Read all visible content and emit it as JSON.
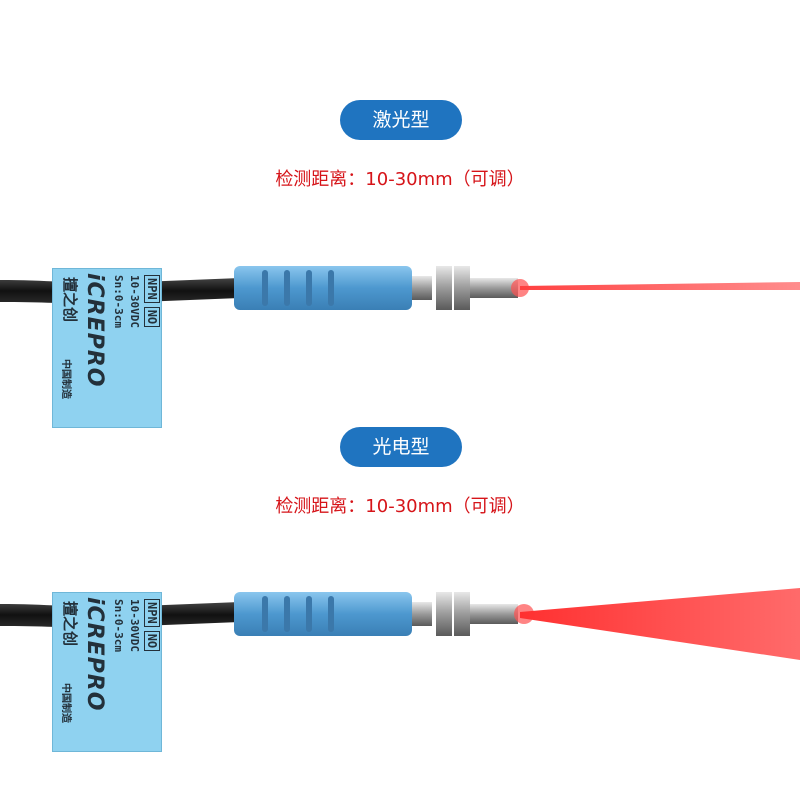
{
  "sections": [
    {
      "badge": "激光型",
      "spec": "检测距离：10-30mm（可调）",
      "beam": "laser"
    },
    {
      "badge": "光电型",
      "spec": "检测距离：10-30mm（可调）",
      "beam": "diffuse"
    }
  ],
  "label": {
    "type": "NPN",
    "mode": "NO",
    "voltage": "10-30VDC",
    "range": "Sn:0-3cm",
    "brand": "iCREPRO",
    "brand_cn": "擅之创",
    "origin": "中国制造"
  },
  "colors": {
    "badge": "#1f74c0",
    "spec_text": "#d61419",
    "tag": "#8fd2f0",
    "sleeve": "#5ba3d6",
    "cable": "#1c1c1c",
    "beam": "#ff2a2a"
  }
}
